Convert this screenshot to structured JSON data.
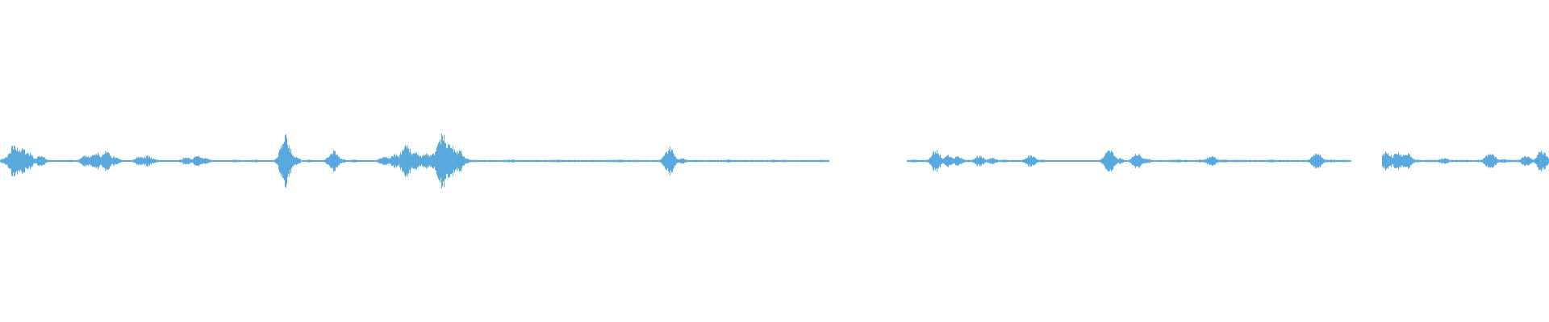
{
  "waveform": {
    "color": "#5aa9de",
    "peaks": [
      {
        "t": 0.004,
        "a": 0.025
      },
      {
        "t": 0.009,
        "a": 0.12
      },
      {
        "t": 0.014,
        "a": 0.09
      },
      {
        "t": 0.018,
        "a": 0.06
      },
      {
        "t": 0.026,
        "a": 0.035
      },
      {
        "t": 0.055,
        "a": 0.035
      },
      {
        "t": 0.062,
        "a": 0.06
      },
      {
        "t": 0.068,
        "a": 0.07
      },
      {
        "t": 0.074,
        "a": 0.03
      },
      {
        "t": 0.09,
        "a": 0.03
      },
      {
        "t": 0.095,
        "a": 0.035
      },
      {
        "t": 0.098,
        "a": 0.02
      },
      {
        "t": 0.12,
        "a": 0.025
      },
      {
        "t": 0.128,
        "a": 0.04
      },
      {
        "t": 0.132,
        "a": 0.02
      },
      {
        "t": 0.152,
        "a": 0.01
      },
      {
        "t": 0.165,
        "a": 0.01
      },
      {
        "t": 0.184,
        "a": 0.17
      },
      {
        "t": 0.19,
        "a": 0.03
      },
      {
        "t": 0.2,
        "a": 0.01
      },
      {
        "t": 0.215,
        "a": 0.07
      },
      {
        "t": 0.22,
        "a": 0.015
      },
      {
        "t": 0.228,
        "a": 0.01
      },
      {
        "t": 0.248,
        "a": 0.035
      },
      {
        "t": 0.255,
        "a": 0.045
      },
      {
        "t": 0.262,
        "a": 0.12
      },
      {
        "t": 0.268,
        "a": 0.065
      },
      {
        "t": 0.275,
        "a": 0.05
      },
      {
        "t": 0.28,
        "a": 0.06
      },
      {
        "t": 0.285,
        "a": 0.19
      },
      {
        "t": 0.29,
        "a": 0.14
      },
      {
        "t": 0.296,
        "a": 0.07
      },
      {
        "t": 0.3,
        "a": 0.02
      },
      {
        "t": 0.33,
        "a": 0.01
      },
      {
        "t": 0.36,
        "a": 0.01
      },
      {
        "t": 0.4,
        "a": 0.01
      },
      {
        "t": 0.432,
        "a": 0.09
      },
      {
        "t": 0.44,
        "a": 0.02
      },
      {
        "t": 0.47,
        "a": 0.01
      },
      {
        "t": 0.5,
        "a": 0.01
      },
      {
        "t": 0.53,
        "a": 0.008
      },
      {
        "t": 0.59,
        "a": 0.01
      },
      {
        "t": 0.604,
        "a": 0.07
      },
      {
        "t": 0.612,
        "a": 0.04
      },
      {
        "t": 0.618,
        "a": 0.03
      },
      {
        "t": 0.632,
        "a": 0.035
      },
      {
        "t": 0.64,
        "a": 0.02
      },
      {
        "t": 0.648,
        "a": 0.01
      },
      {
        "t": 0.665,
        "a": 0.04
      },
      {
        "t": 0.672,
        "a": 0.01
      },
      {
        "t": 0.69,
        "a": 0.005
      },
      {
        "t": 0.716,
        "a": 0.08
      },
      {
        "t": 0.722,
        "a": 0.02
      },
      {
        "t": 0.734,
        "a": 0.05
      },
      {
        "t": 0.74,
        "a": 0.015
      },
      {
        "t": 0.76,
        "a": 0.01
      },
      {
        "t": 0.775,
        "a": 0.01
      },
      {
        "t": 0.782,
        "a": 0.035
      },
      {
        "t": 0.79,
        "a": 0.01
      },
      {
        "t": 0.82,
        "a": 0.01
      },
      {
        "t": 0.85,
        "a": 0.055
      },
      {
        "t": 0.858,
        "a": 0.01
      },
      {
        "t": 0.868,
        "a": 0.008
      },
      {
        "t": 0.895,
        "a": 0.065
      },
      {
        "t": 0.902,
        "a": 0.06
      },
      {
        "t": 0.908,
        "a": 0.055
      },
      {
        "t": 0.915,
        "a": 0.01
      },
      {
        "t": 0.932,
        "a": 0.02
      },
      {
        "t": 0.945,
        "a": 0.008
      },
      {
        "t": 0.962,
        "a": 0.06
      },
      {
        "t": 0.97,
        "a": 0.015
      },
      {
        "t": 0.985,
        "a": 0.035
      },
      {
        "t": 0.995,
        "a": 0.07
      }
    ],
    "silent_ranges": [
      {
        "from": 0.535,
        "to": 0.585
      },
      {
        "from": 0.872,
        "to": 0.892
      }
    ],
    "dense_ranges": [
      {
        "from": 0.3,
        "to": 0.535
      },
      {
        "from": 0.586,
        "to": 0.67
      },
      {
        "from": 0.748,
        "to": 0.87
      },
      {
        "from": 0.92,
        "to": 0.996
      }
    ]
  }
}
